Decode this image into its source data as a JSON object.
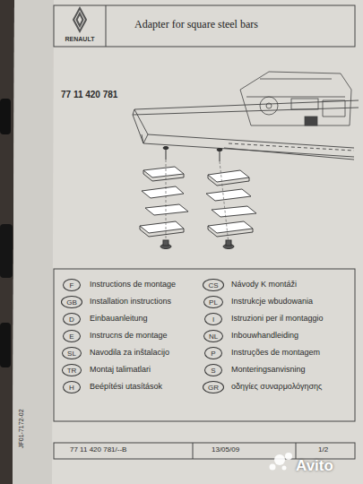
{
  "diagram": {
    "title": "Adapter for square steel bars",
    "nodes": [
      {
        "text": [
          "RENAULT"
        ]
      },
      {
        "text": [
          "F"
        ]
      },
      {
        "text": [
          "GB"
        ]
      },
      {
        "text": [
          "D"
        ]
      },
      {
        "text": [
          "E"
        ]
      },
      {
        "text": [
          "SL"
        ]
      },
      {
        "text": [
          "TR"
        ]
      },
      {
        "text": [
          "H"
        ]
      },
      {
        "text": [
          "CS"
        ]
      },
      {
        "text": [
          "PL"
        ]
      },
      {
        "text": [
          "I"
        ]
      },
      {
        "text": [
          "NL"
        ]
      },
      {
        "text": [
          "P"
        ]
      },
      {
        "text": [
          "S"
        ]
      },
      {
        "text": [
          "GR"
        ]
      }
    ],
    "labels": [
      "77 11 420 781",
      "Instructions de montage",
      "Installation instructions",
      "Einbauanleitung",
      "Instrucns de montage",
      "Navodila za inštalacijo",
      "Montaj talimatlari",
      "Beépítési utasítások",
      "Návody K montáži",
      "Instrukcje wbudowania",
      "Istruzioni per il montaggio",
      "Inbouwhandleiding",
      "Instruções de montagem",
      "Monteringsanvisning",
      "οδηγίες συναρμολόγησης",
      "77 11 420 781/--B",
      "13/05/09",
      "1/2",
      "JF01-7172-02",
      "Avito"
    ]
  }
}
